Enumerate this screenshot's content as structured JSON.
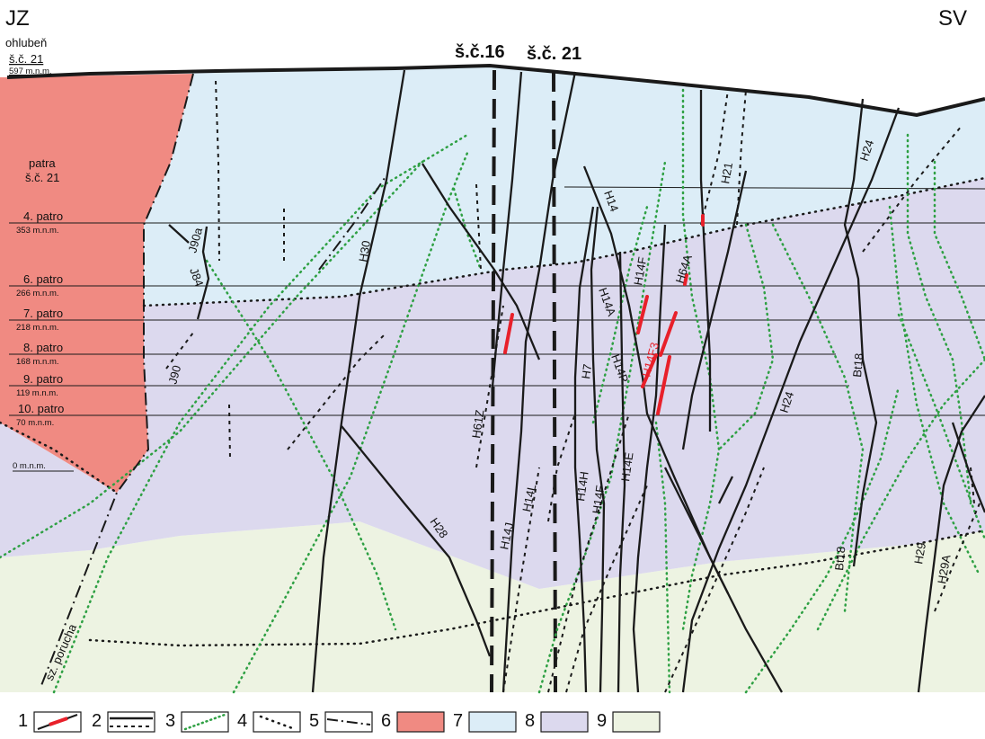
{
  "corners": {
    "left": "JZ",
    "right": "SV"
  },
  "shaft_header": {
    "line1": "ohlubeň",
    "line2": "š.č. 21",
    "line3": "597 m.n.m."
  },
  "shafts": [
    "š.č.16",
    "š.č. 21"
  ],
  "levels_title": {
    "line1": "patra",
    "line2": "š.č. 21"
  },
  "levels": [
    {
      "name": "4. patro",
      "alt": "353 m.n.m."
    },
    {
      "name": "6. patro",
      "alt": "266 m.n.m."
    },
    {
      "name": "7. patro",
      "alt": "218 m.n.m."
    },
    {
      "name": "8. patro",
      "alt": "168 m.n.m."
    },
    {
      "name": "9. patro",
      "alt": "119 m.n.m."
    },
    {
      "name": "10. patro",
      "alt": "70 m.n.m."
    }
  ],
  "sea_level": "0 m.n.m.",
  "faults": [
    "H21",
    "H14",
    "H24",
    "H30",
    "J90a",
    "J84",
    "H14F",
    "H64A",
    "H14A",
    "H7",
    "H14P",
    "J90",
    "H61Z",
    "H14E",
    "H14H",
    "H14F",
    "H14L",
    "H28",
    "H14J",
    "Bt18",
    "Bt18",
    "H24",
    "H29",
    "H29A",
    "H14F3"
  ],
  "disturbance": "sz. porucha",
  "legend": [
    "1",
    "2",
    "3",
    "4",
    "5",
    "6",
    "7",
    "8",
    "9"
  ],
  "colors": {
    "unit6": "#f08a82",
    "unit7": "#dcedf7",
    "unit8": "#dcd9ee",
    "unit9": "#edf3e2",
    "ore": "#e8202a",
    "green_dotted": "#2ea043",
    "line": "#1a1a1a"
  }
}
